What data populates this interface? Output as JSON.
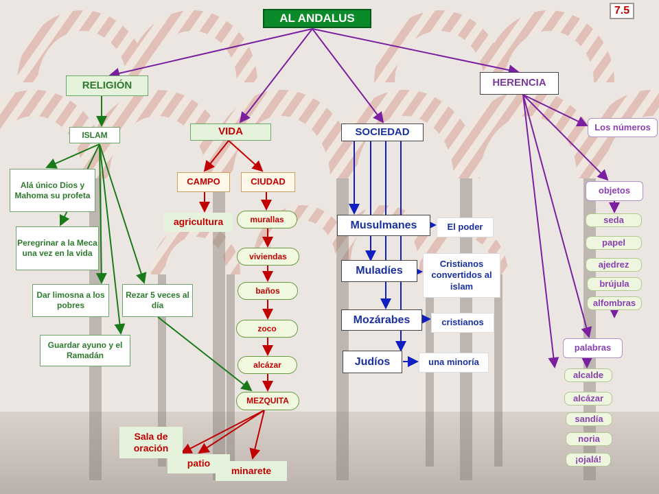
{
  "title": "AL ANDALUS",
  "page_number": "7.5",
  "religion": {
    "heading": "RELIGIÓN",
    "islam": "ISLAM",
    "items": [
      "Alá  único Dios y Mahoma su profeta",
      "Peregrinar a la Meca una vez en la vida",
      "Dar limosna a los pobres",
      "Rezar 5 veces al día",
      "Guardar ayuno y el Ramadán"
    ]
  },
  "vida": {
    "heading": "VIDA",
    "campo": "CAMPO",
    "agricultura": "agricultura",
    "ciudad": "CIUDAD",
    "city_items": [
      "murallas",
      "viviendas",
      "baños",
      "zoco",
      "alcázar"
    ],
    "mezquita": "MEZQUITA",
    "mezquita_parts": [
      "Sala de oración",
      "patio",
      "minarete"
    ]
  },
  "sociedad": {
    "heading": "SOCIEDAD",
    "groups": [
      {
        "name": "Musulmanes",
        "desc": "El poder"
      },
      {
        "name": "Muladíes",
        "desc": "Cristianos convertidos al islam"
      },
      {
        "name": "Mozárabes",
        "desc": "cristianos"
      },
      {
        "name": "Judíos",
        "desc": "una minoría"
      }
    ]
  },
  "herencia": {
    "heading": "HERENCIA",
    "numeros": "Los números",
    "objetos": "objetos",
    "objetos_items": [
      "seda",
      "papel",
      "ajedrez",
      "brújula",
      "alfombras"
    ],
    "palabras": "palabras",
    "palabras_items": [
      "alcalde",
      "alcázar",
      "sandía",
      "noria",
      "¡ojalá!"
    ]
  },
  "colors": {
    "green": "#0b8a2a",
    "red": "#c00000",
    "blue": "#1a2fa0",
    "purple": "#8a40b0"
  }
}
